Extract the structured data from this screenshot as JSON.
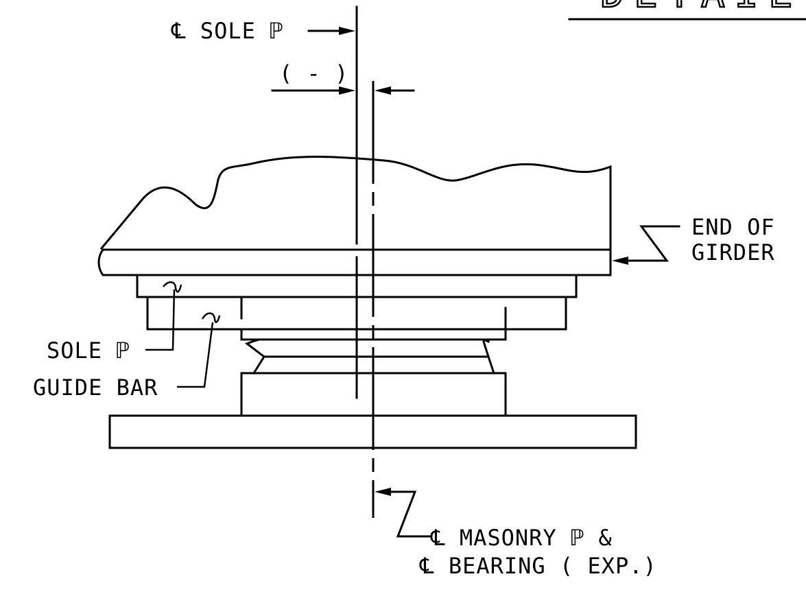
{
  "title": {
    "text": "DETAIL"
  },
  "labels": {
    "cl_sole_plate": "℄ SOLE ℙ",
    "minus_dim": "( - )",
    "end_of_girder_1": "END OF",
    "end_of_girder_2": "GIRDER",
    "sole_plate": "SOLE ℙ",
    "guide_bar": "GUIDE BAR",
    "cl_masonry_1": "℄ MASONRY ℙ &",
    "cl_masonry_2": "℄ BEARING ( EXP.)"
  }
}
